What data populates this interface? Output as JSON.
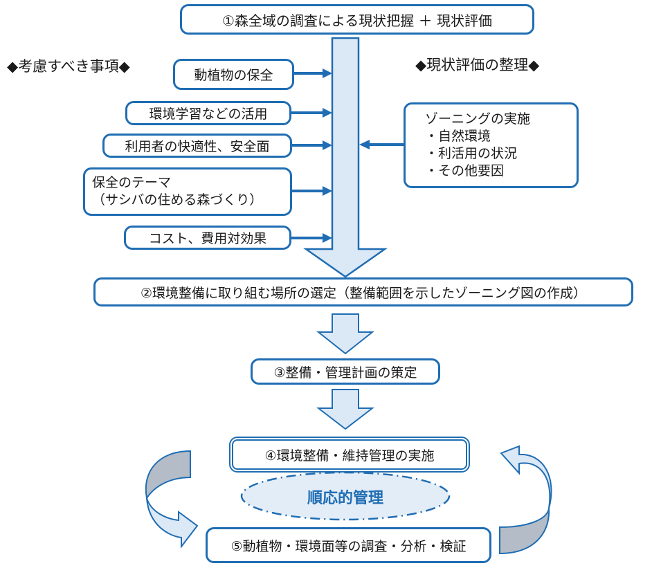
{
  "title": "森全域の調査による現状把握と環境整備・順応的管理のフロー",
  "colors": {
    "border": "#1f6db3",
    "arrow_fill": "#dbe8f6",
    "loop_shadow": "#b3bcc7",
    "adaptive_text": "#1f6db3"
  },
  "step1": {
    "label": "①森全域の調査による現状把握 ＋ 現状評価"
  },
  "considerations": {
    "heading": "◆考慮すべき事項◆",
    "items": [
      {
        "label": "動植物の保全"
      },
      {
        "label": "環境学習などの活用"
      },
      {
        "label": "利用者の快適性、安全面"
      },
      {
        "label_line1": "保全のテーマ",
        "label_line2": "（サシバの住める森づくり）"
      },
      {
        "label": "コスト、費用対効果"
      }
    ]
  },
  "evaluation": {
    "heading": "◆現状評価の整理◆",
    "box_title": "ゾーニングの実施",
    "bullets": [
      "・自然環境",
      "・利活用の状況",
      "・その他要因"
    ]
  },
  "step2": {
    "label": "②環境整備に取り組む場所の選定（整備範囲を示したゾーニング図の作成）"
  },
  "step3": {
    "label": "③整備・管理計画の策定"
  },
  "step4": {
    "label": "④環境整備・維持管理の実施"
  },
  "adaptive": {
    "label": "順応的管理"
  },
  "step5": {
    "label": "⑤動植物・環境面等の調査・分析・検証"
  }
}
